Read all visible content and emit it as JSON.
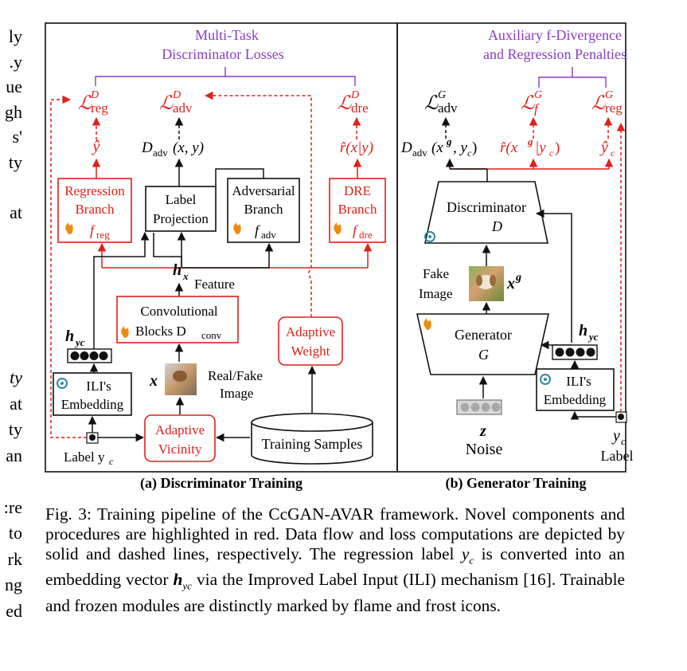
{
  "colors": {
    "novel": "#e0201b",
    "normal": "#111111",
    "purple": "#8a3cc2",
    "frost": "#2a8aa0",
    "flame": "#f08a10"
  },
  "margin_left": [
    "ly",
    "y.",
    "ue",
    "gh",
    "'s",
    "ty",
    "",
    "at"
  ],
  "margin_right": [
    "ty",
    "at",
    "ty",
    "an",
    "",
    "re:",
    "to",
    "rk",
    "ng",
    "ed"
  ],
  "panel_a": {
    "top_label_1": "Multi-Task",
    "top_label_2": "Discriminator Losses",
    "loss_reg": "ℒ",
    "loss_reg_sup": "D",
    "loss_reg_sub": "reg",
    "loss_adv": "ℒ",
    "loss_adv_sup": "D",
    "loss_adv_sub": "adv",
    "loss_dre": "ℒ",
    "loss_dre_sup": "D",
    "loss_dre_sub": "dre",
    "yhat": "ŷ",
    "dadv_out": "D",
    "dadv_sub": "adv",
    "dadv_args": "(x, y)",
    "rhat_out": "r̂(x|y)",
    "regression_1": "Regression",
    "regression_2": "Branch",
    "f_reg": "f",
    "f_reg_sub": "reg",
    "label_proj_1": "Label",
    "label_proj_2": "Projection",
    "adv_branch_1": "Adversarial",
    "adv_branch_2": "Branch",
    "f_adv": "f",
    "f_adv_sub": "adv",
    "dre_1": "DRE",
    "dre_2": "Branch",
    "f_dre": "f",
    "f_dre_sub": "dre",
    "hx": "h",
    "hx_sub": "x",
    "feature": "Feature",
    "hyc": "h",
    "hyc_sub": "yc",
    "conv_1": "Convolutional",
    "conv_2": "Blocks D",
    "conv_sub": "conv",
    "x_label": "x",
    "realfake_1": "Real/Fake",
    "realfake_2": "Image",
    "adaptive_weight_1": "Adaptive",
    "adaptive_weight_2": "Weight",
    "ili_1": "ILI's",
    "ili_2": "Embedding",
    "adaptive_vicinity_1": "Adaptive",
    "adaptive_vicinity_2": "Vicinity",
    "training_samples": "Training Samples",
    "label_yc": "Label y",
    "label_yc_sub": "c",
    "title": "(a) Discriminator Training"
  },
  "panel_b": {
    "top_label_1": "Auxiliary f-Divergence",
    "top_label_2": "and Regression Penalties",
    "loss_adv": "ℒ",
    "loss_adv_sup": "G",
    "loss_adv_sub": "adv",
    "loss_f": "ℒ",
    "loss_f_sup": "G",
    "loss_f_sub": "f",
    "loss_reg": "ℒ",
    "loss_reg_sup": "G",
    "loss_reg_sub": "reg",
    "dadv_out": "D",
    "dadv_sub": "adv",
    "dadv_args": "(x",
    "dadv_args_sup": "g",
    "dadv_args_end": ", y",
    "dadv_args_sub": "c",
    "rhat_out": "r̂(x",
    "rhat_sup": "g",
    "rhat_mid": "|y",
    "rhat_sub": "c",
    "yhat": "ŷ",
    "yhat_sub": "c",
    "discriminator": "Discriminator",
    "disc_d": "D",
    "fake_1": "Fake",
    "fake_2": "Image",
    "xg": "x",
    "xg_sup": "g",
    "generator": "Generator",
    "gen_g": "G",
    "hyc": "h",
    "hyc_sub": "yc",
    "ili_1": "ILI's",
    "ili_2": "Embedding",
    "z": "z",
    "noise": "Noise",
    "yc": "y",
    "yc_sub": "c",
    "label": "Label",
    "title": "(b) Generator Training"
  },
  "caption": "Fig. 3: Training pipeline of the CcGAN-AVAR framework. Novel components and procedures are highlighted in red. Data flow and loss computations are depicted by solid and dashed lines, respectively. The regression label y_c is converted into an embedding vector h_yc via the Improved Label Input (ILI) mechanism [16]. Trainable and frozen modules are distinctly marked by flame and frost icons.",
  "caption_parts": {
    "p1": "Fig. 3: Training pipeline of the CcGAN-AVAR framework. Novel components and procedures are highlighted in red. Data flow and loss computations are depicted by solid and dashed lines, respectively. The regression label ",
    "yc": "y",
    "yc_sub": "c",
    "p2": " is converted into an embedding vector ",
    "h": "h",
    "h_sub": "yc",
    "p3": " via the Improved Label Input (ILI) mechanism [16]. Trainable and frozen modules are distinctly marked by flame and frost icons."
  }
}
